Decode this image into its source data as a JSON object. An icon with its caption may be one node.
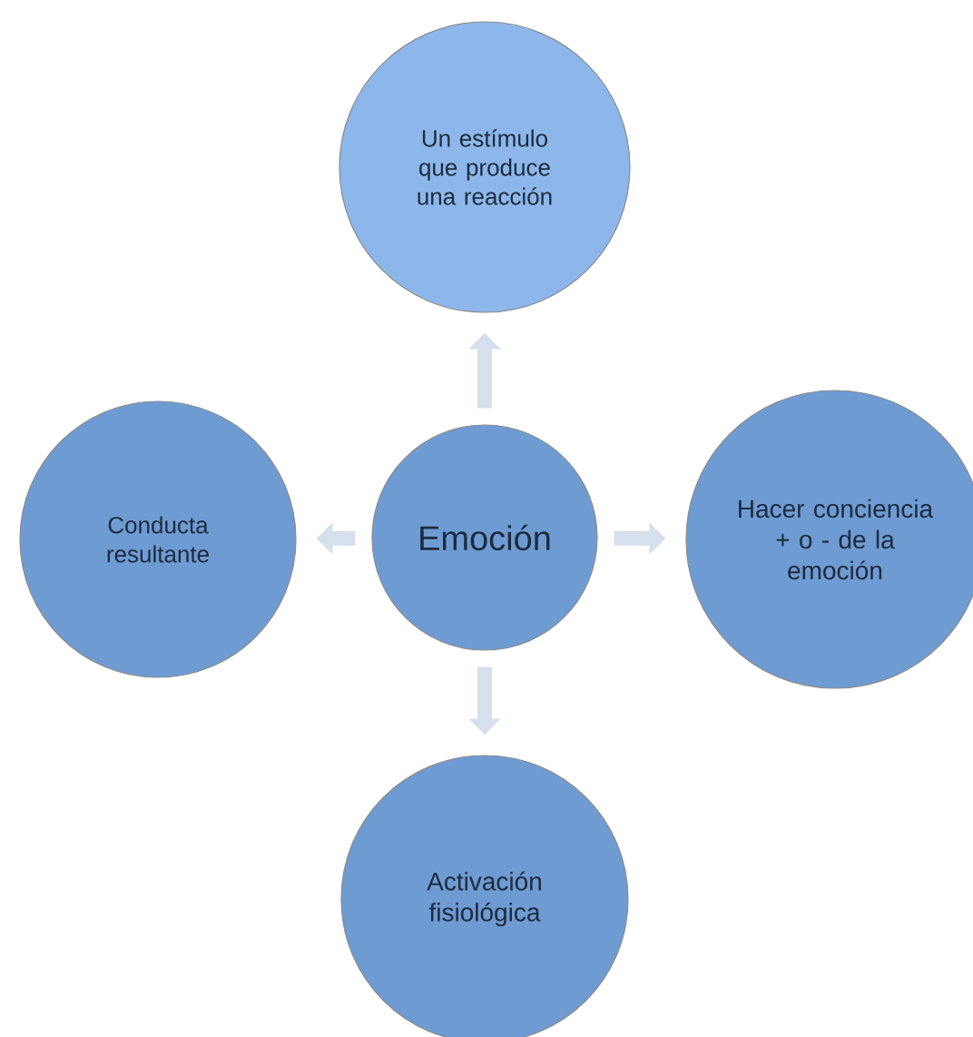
{
  "diagram": {
    "nodes": [
      {
        "text": [
          "Emoción"
        ]
      },
      {
        "text": [
          "Un estímulo que produce una reacción"
        ]
      },
      {
        "text": [
          "Hacer conciencia + o - de la emoción"
        ]
      },
      {
        "text": [
          "Activación fisiológica"
        ]
      },
      {
        "text": [
          "Conducta resultante"
        ]
      }
    ],
    "edges": [
      {
        "from": 0,
        "to": 1,
        "arrow": "to"
      },
      {
        "from": 0,
        "to": 2,
        "arrow": "to"
      },
      {
        "from": 0,
        "to": 3,
        "arrow": "to"
      },
      {
        "from": 0,
        "to": 4,
        "arrow": "to"
      }
    ]
  }
}
